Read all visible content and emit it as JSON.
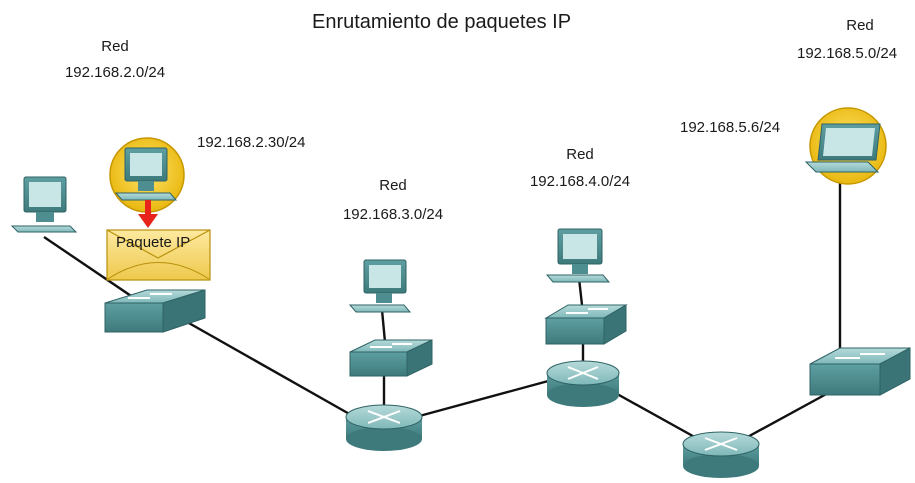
{
  "title": "Enrutamiento de paquetes IP",
  "networks": [
    {
      "label": "Red",
      "address": "192.168.2.0/24"
    },
    {
      "label": "Red",
      "address": "192.168.3.0/24"
    },
    {
      "label": "Red",
      "address": "192.168.4.0/24"
    },
    {
      "label": "Red",
      "address": "192.168.5.0/24"
    }
  ],
  "hosts": {
    "source_ip": "192.168.2.30/24",
    "destination_ip": "192.168.5.6/24"
  },
  "packet": {
    "label": "Paquete IP"
  },
  "colors": {
    "device_teal": "#5f9ea0",
    "device_dark": "#3f7f81",
    "highlight_yellow": "#f2c71a",
    "arrow_red": "#e8231b",
    "envelope": "#f5d56a",
    "link": "#111111"
  }
}
